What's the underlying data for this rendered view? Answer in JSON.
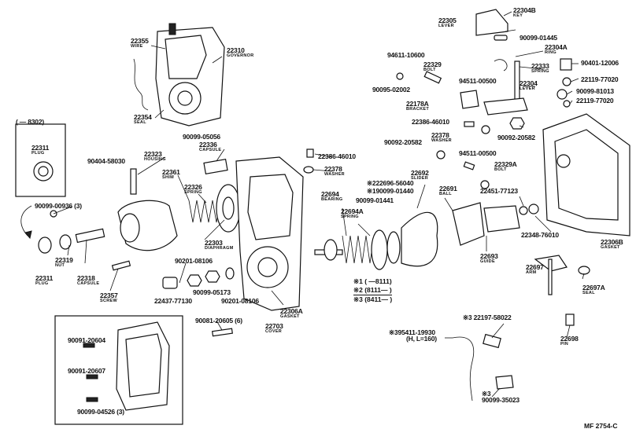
{
  "parts": {
    "p22355": {
      "number": "22355",
      "name": "WIRE"
    },
    "p22310": {
      "number": "22310",
      "name": "GOVERNOR"
    },
    "p22354": {
      "number": "22354",
      "name": "SEAL"
    },
    "p22336": {
      "number": "22336",
      "name": "CAPSULE"
    },
    "p90099_05056": {
      "number": "90099-05056",
      "name": ""
    },
    "p22323": {
      "number": "22323",
      "name": "HOUSING"
    },
    "p90404_58030": {
      "number": "90404-58030",
      "name": ""
    },
    "p22361": {
      "number": "22361",
      "name": "SHIM"
    },
    "p22326": {
      "number": "22326",
      "name": "SPRING"
    },
    "p22311a": {
      "number": "22311",
      "name": "PLUG"
    },
    "p90099_00936": {
      "number": "90099-00936 (3)",
      "name": ""
    },
    "p22319": {
      "number": "22319",
      "name": "NUT"
    },
    "p22311b": {
      "number": "22311",
      "name": "PLUG"
    },
    "p22318": {
      "number": "22318",
      "name": "CAPSULE"
    },
    "p22357": {
      "number": "22357",
      "name": "SCREW"
    },
    "p22303": {
      "number": "22303",
      "name": "DIAPHRAGM"
    },
    "p90201_08106a": {
      "number": "90201-08106",
      "name": ""
    },
    "p90099_05173": {
      "number": "90099-05173",
      "name": ""
    },
    "p22437": {
      "number": "22437-77130",
      "name": ""
    },
    "p90201_08106b": {
      "number": "90201-08106",
      "name": ""
    },
    "p22386_46010a": {
      "number": "22386-46010",
      "name": ""
    },
    "p22378a": {
      "number": "22378",
      "name": "WASHER"
    },
    "p22694": {
      "number": "22694",
      "name": "BEARING"
    },
    "p22694A": {
      "number": "22694A",
      "name": "SPRING"
    },
    "p22306A": {
      "number": "22306A",
      "name": "GASKET"
    },
    "p22703": {
      "number": "22703",
      "name": "COVER"
    },
    "p90081_20605": {
      "number": "90081-20605 (6)",
      "name": ""
    },
    "p90091_20604": {
      "number": "90091-20604",
      "name": ""
    },
    "p90091_20607": {
      "number": "90091-20607",
      "name": ""
    },
    "p90099_04526": {
      "number": "90099-04526 (3)",
      "name": ""
    },
    "p94611_10600": {
      "number": "94611-10600",
      "name": ""
    },
    "p22329": {
      "number": "22329",
      "name": "BOLT"
    },
    "p90095_02002": {
      "number": "90095-02002",
      "name": ""
    },
    "p22178A": {
      "number": "22178A",
      "name": "BRACKET"
    },
    "p22386_46010b": {
      "number": "22386-46010",
      "name": ""
    },
    "p90092_20582a": {
      "number": "90092-20582",
      "name": ""
    },
    "p22378b": {
      "number": "22378",
      "name": "WASHER"
    },
    "p94511_00500a": {
      "number": "94511-00500",
      "name": ""
    },
    "p94511_00500b": {
      "number": "94511-00500",
      "name": ""
    },
    "p90092_20582b": {
      "number": "90092-20582",
      "name": ""
    },
    "p22329A": {
      "number": "22329A",
      "name": "BOLT"
    },
    "p22696_56040": {
      "number": "22696-56040",
      "name": ""
    },
    "p90099_01440": {
      "number": "90099-01440",
      "name": ""
    },
    "p90099_01441": {
      "number": "90099-01441",
      "name": ""
    },
    "p22692": {
      "number": "22692",
      "name": "SLIDER"
    },
    "p22691": {
      "number": "22691",
      "name": "BALL"
    },
    "p22451": {
      "number": "22451-77123",
      "name": ""
    },
    "p22348": {
      "number": "22348-76010",
      "name": ""
    },
    "p22693": {
      "number": "22693",
      "name": "GUIDE"
    },
    "p22305": {
      "number": "22305",
      "name": "LEVER"
    },
    "p22304B": {
      "number": "22304B",
      "name": "KEY"
    },
    "p90099_01445": {
      "number": "90099-01445",
      "name": ""
    },
    "p22304A": {
      "number": "22304A",
      "name": "RING"
    },
    "p22333": {
      "number": "22333",
      "name": "SPRING"
    },
    "p90401_12006": {
      "number": "90401-12006",
      "name": ""
    },
    "p22119_77020a": {
      "number": "22119-77020",
      "name": ""
    },
    "p22304": {
      "number": "22304",
      "name": "LEVER"
    },
    "p90099_81013": {
      "number": "90099-81013",
      "name": ""
    },
    "p22119_77020b": {
      "number": "22119-77020",
      "name": ""
    },
    "p22306B": {
      "number": "22306B",
      "name": "GASKET"
    },
    "p22697": {
      "number": "22697",
      "name": "ARM"
    },
    "p22697A": {
      "number": "22697A",
      "name": "SEAL"
    },
    "p22698": {
      "number": "22698",
      "name": "PIN"
    },
    "p22197": {
      "number": "22197-58022",
      "name": ""
    },
    "p95411": {
      "number": "95411-19930",
      "name": "(H, L=160)"
    },
    "p90099_35023": {
      "number": "90099-35023",
      "name": ""
    }
  },
  "marks": {
    "m3a": "※3",
    "m3b": "※3",
    "m3c": "※3",
    "m2": "※2",
    "m1": "※1"
  },
  "date_range": "(   — 8302)",
  "legend": {
    "l1": "※1 (      —8111)",
    "l2": "※2 (8111—      )",
    "l3": "※3 (8411—      )"
  },
  "figure_ref": "MF  2754-C"
}
